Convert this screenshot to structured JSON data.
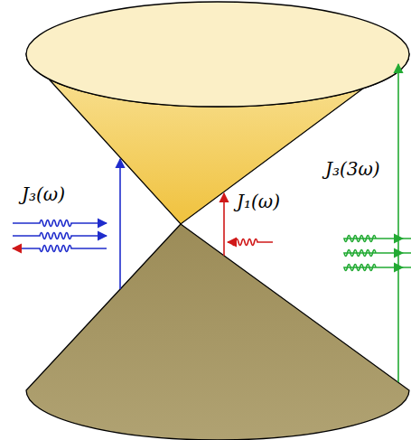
{
  "diagram": {
    "labels": [
      "J₃(ω)",
      "J₁(ω)",
      "J₃(3ω)"
    ]
  }
}
